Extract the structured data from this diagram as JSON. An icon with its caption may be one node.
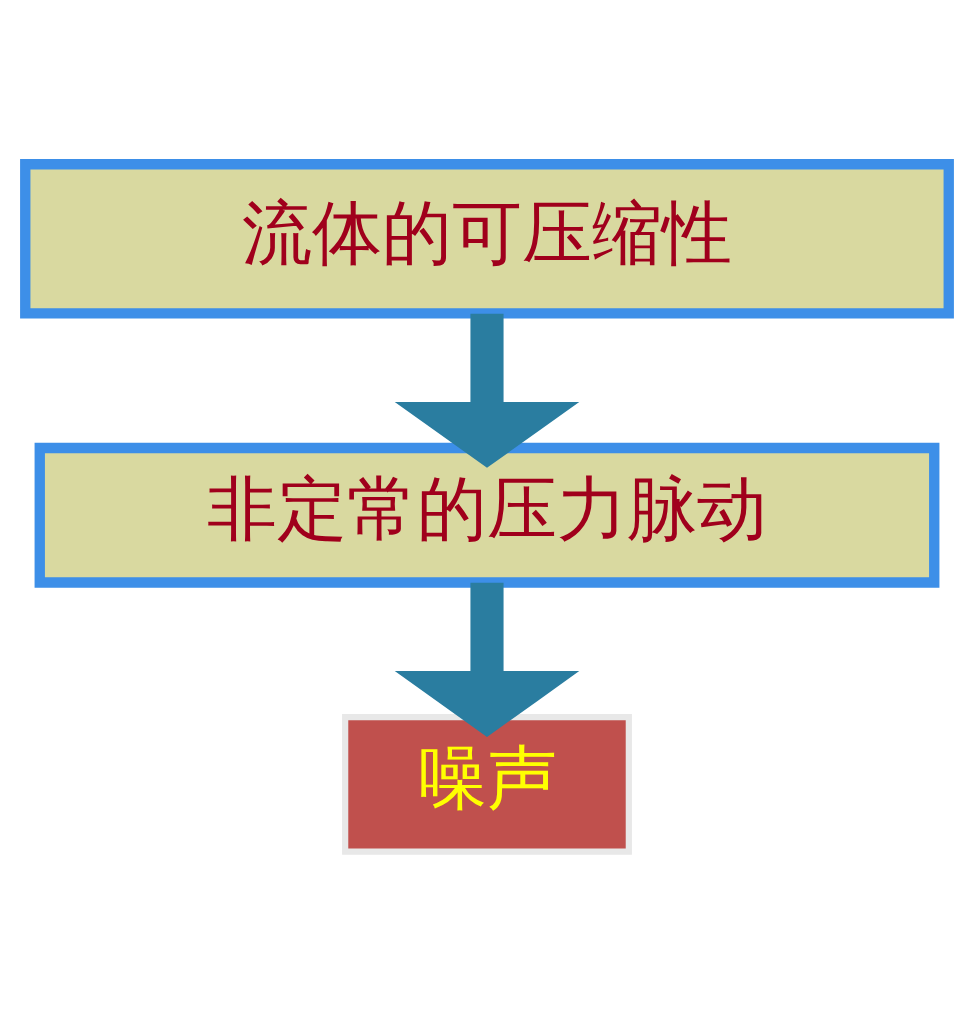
{
  "diagram": {
    "nodes": [
      {
        "text": [
          "流体的可压缩性"
        ]
      },
      {
        "text": [
          "非定常的压力脉动"
        ]
      },
      {
        "text": [
          "噪声"
        ]
      }
    ],
    "edges": [
      {
        "from": 0,
        "to": 1,
        "arrow": "to"
      },
      {
        "from": 1,
        "to": 2,
        "arrow": "to"
      }
    ]
  }
}
